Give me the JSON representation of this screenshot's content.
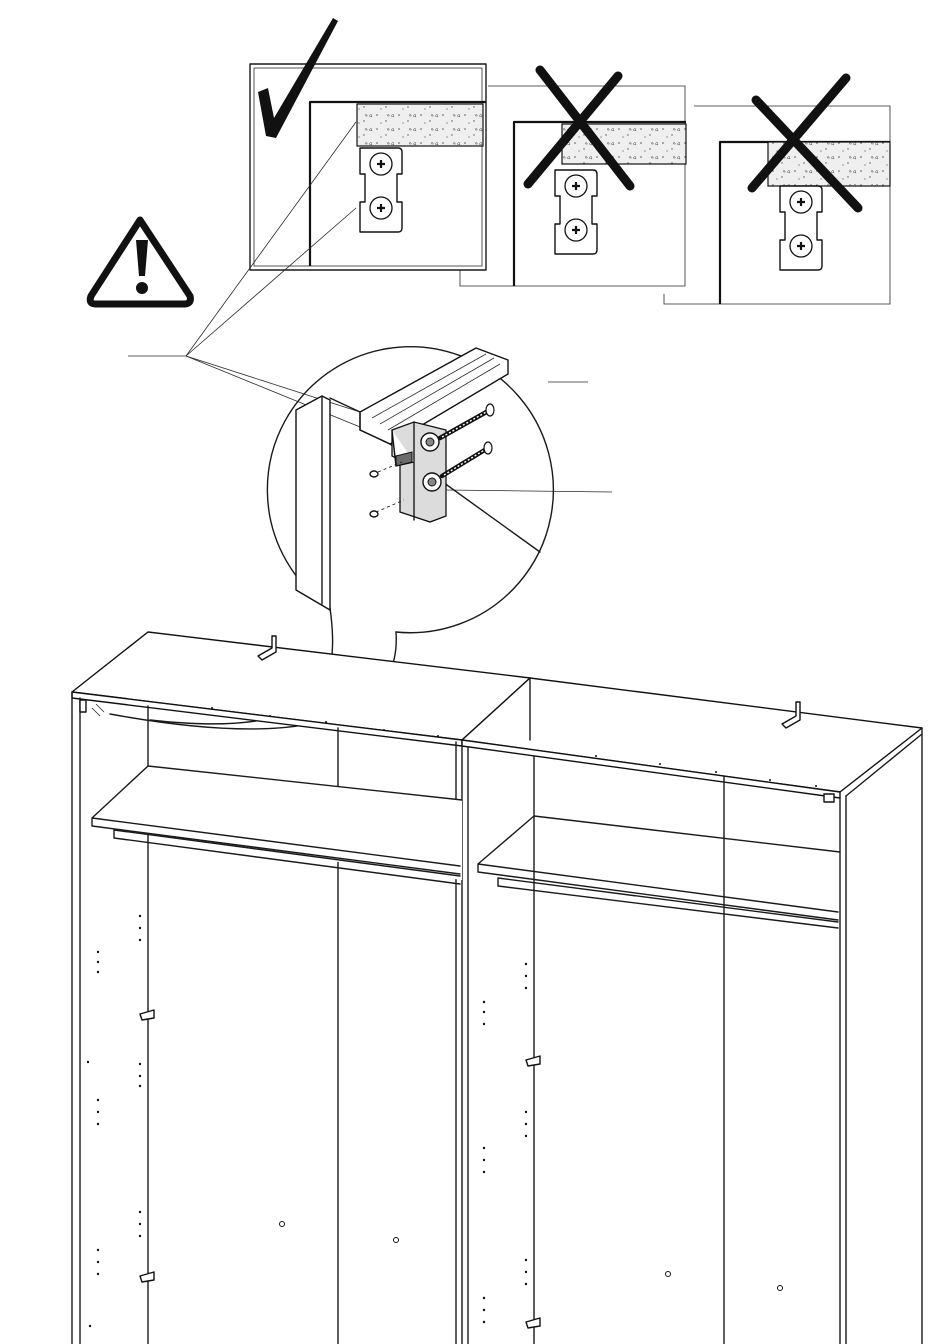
{
  "diagram": {
    "detail_views": [
      {
        "name": "correct",
        "verdict": "check"
      },
      {
        "name": "wrong-gap",
        "verdict": "cross"
      },
      {
        "name": "wrong-overlap",
        "verdict": "cross"
      }
    ],
    "warning_symbol": "warning-triangle-icon",
    "line_color": "#111111",
    "background": "#ffffff"
  }
}
